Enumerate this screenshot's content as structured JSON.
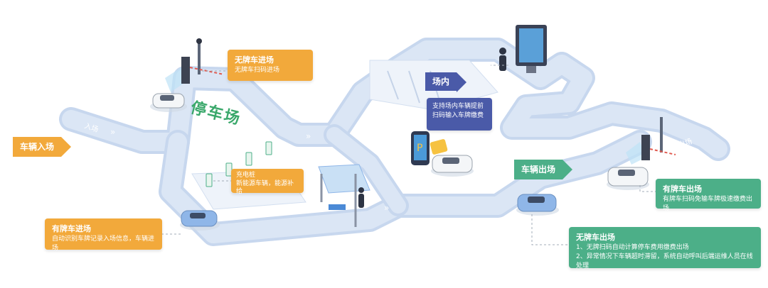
{
  "entry_label": "车辆入场",
  "exit_label": "车辆出场",
  "inside_label": "场内",
  "lot_label": "停车场",
  "road_sign_in": "入场",
  "road_sign_out": "出场",
  "unplated_entry": {
    "title": "无牌车进场",
    "desc": "无牌车扫码进场"
  },
  "inside_pay": {
    "line1": "支持场内车辆提前",
    "line2": "扫码输入车牌缴费"
  },
  "charging": {
    "title": "充电桩",
    "desc": "新能源车辆，能源补给"
  },
  "plated_entry": {
    "title": "有牌车进场",
    "desc": "自动识别车牌记录入场信息，车辆进场"
  },
  "plated_exit": {
    "title": "有牌车出场",
    "desc": "有牌车扫码免输车牌极速缴费出场"
  },
  "unplated_exit": {
    "title": "无牌车出场",
    "line1": "1、无牌扫码自动计算停车费用缴费出场",
    "line2": "2、异常情况下车辆超时滞留，系统自动呼叫后端运维人员在线处理"
  },
  "colors": {
    "orange": "#f2a93b",
    "purple": "#4a5aa8",
    "green": "#4caf88",
    "road": "#dbe6f5",
    "road_edge": "#c7d7ee"
  }
}
